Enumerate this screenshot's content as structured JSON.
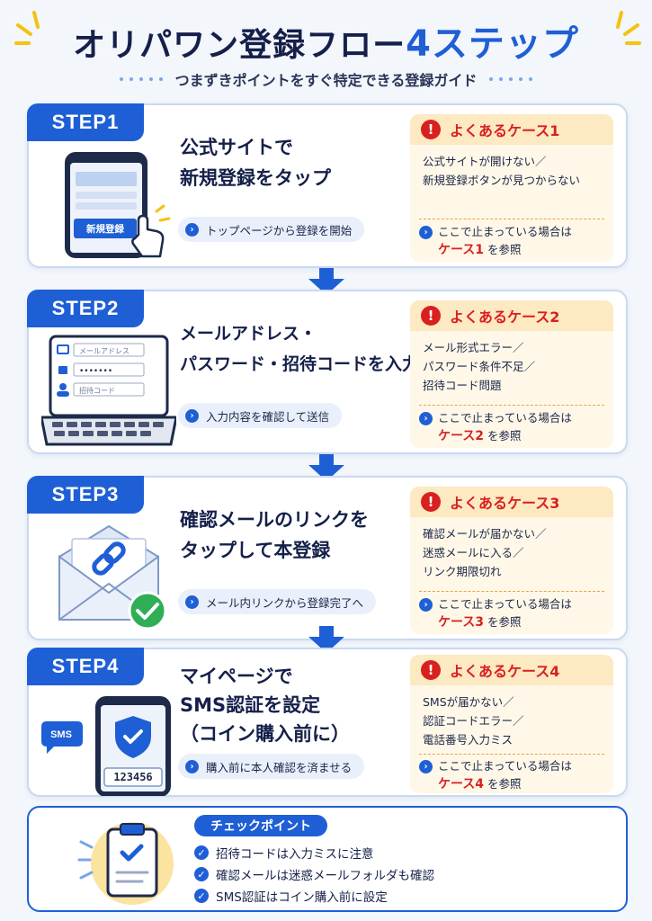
{
  "header": {
    "title_main": "オリパワン登録フロー",
    "title_accent": "4ステップ",
    "subtitle": "つまずきポイントをすぐ特定できる登録ガイド"
  },
  "colors": {
    "primary": "#1f5fd6",
    "alert": "#d8201f",
    "case_bg": "#fff8e8",
    "case_head_bg": "#fde9c2",
    "navy": "#15204a"
  },
  "steps": [
    {
      "badge": "STEP1",
      "heading": [
        "公式サイトで",
        "新規登録をタップ"
      ],
      "pill": "トップページから登録を開始",
      "illustration": {
        "button_label": "新規登録"
      },
      "case": {
        "title": "よくあるケース1",
        "lines": [
          "公式サイトが開けない／",
          "新規登録ボタンが見つからない"
        ],
        "foot_text": "ここで止まっている場合は",
        "foot_ref": "ケース1",
        "foot_suffix": "を参照"
      }
    },
    {
      "badge": "STEP2",
      "heading": [
        "メールアドレス・",
        "パスワード・招待コードを入力"
      ],
      "pill": "入力内容を確認して送信",
      "illustration": {
        "email_placeholder": "メールアドレス",
        "password_mask": "•••••••",
        "invite_placeholder": "招待コード"
      },
      "case": {
        "title": "よくあるケース2",
        "lines": [
          "メール形式エラー／",
          "パスワード条件不足／",
          "招待コード問題"
        ],
        "foot_text": "ここで止まっている場合は",
        "foot_ref": "ケース2",
        "foot_suffix": "を参照"
      }
    },
    {
      "badge": "STEP3",
      "heading": [
        "確認メールのリンクを",
        "タップして本登録"
      ],
      "pill": "メール内リンクから登録完了へ",
      "case": {
        "title": "よくあるケース3",
        "lines": [
          "確認メールが届かない／",
          "迷惑メールに入る／",
          "リンク期限切れ"
        ],
        "foot_text": "ここで止まっている場合は",
        "foot_ref": "ケース3",
        "foot_suffix": "を参照"
      }
    },
    {
      "badge": "STEP4",
      "heading": [
        "マイページで",
        "SMS認証を設定",
        "（コイン購入前に）"
      ],
      "pill": "購入前に本人確認を済ませる",
      "illustration": {
        "sms_label": "SMS",
        "code": "123456"
      },
      "case": {
        "title": "よくあるケース4",
        "lines": [
          "SMSが届かない／",
          "認証コードエラー／",
          "電話番号入力ミス"
        ],
        "foot_text": "ここで止まっている場合は",
        "foot_ref": "ケース4",
        "foot_suffix": "を参照"
      }
    }
  ],
  "checkpoint": {
    "title": "チェックポイント",
    "items": [
      "招待コードは入力ミスに注意",
      "確認メールは迷惑メールフォルダも確認",
      "SMS認証はコイン購入前に設定"
    ]
  }
}
